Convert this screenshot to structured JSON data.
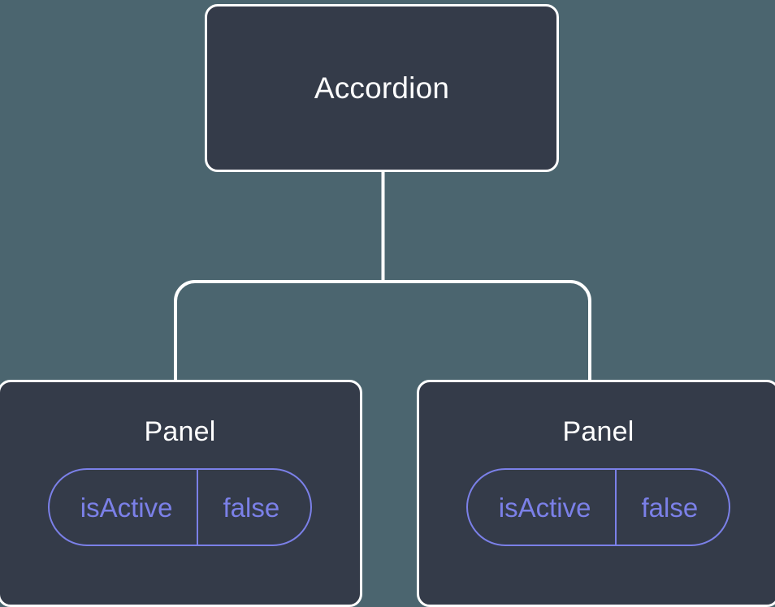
{
  "diagram": {
    "type": "component-tree",
    "background_color": "#4b656f",
    "node_fill_color": "#343b49",
    "node_border_color": "#ffffff",
    "accent_color": "#7b80e8",
    "connector_color": "#ffffff",
    "root": {
      "label": "Accordion"
    },
    "children": [
      {
        "label": "Panel",
        "state": {
          "key": "isActive",
          "value": "false"
        }
      },
      {
        "label": "Panel",
        "state": {
          "key": "isActive",
          "value": "false"
        }
      }
    ]
  }
}
